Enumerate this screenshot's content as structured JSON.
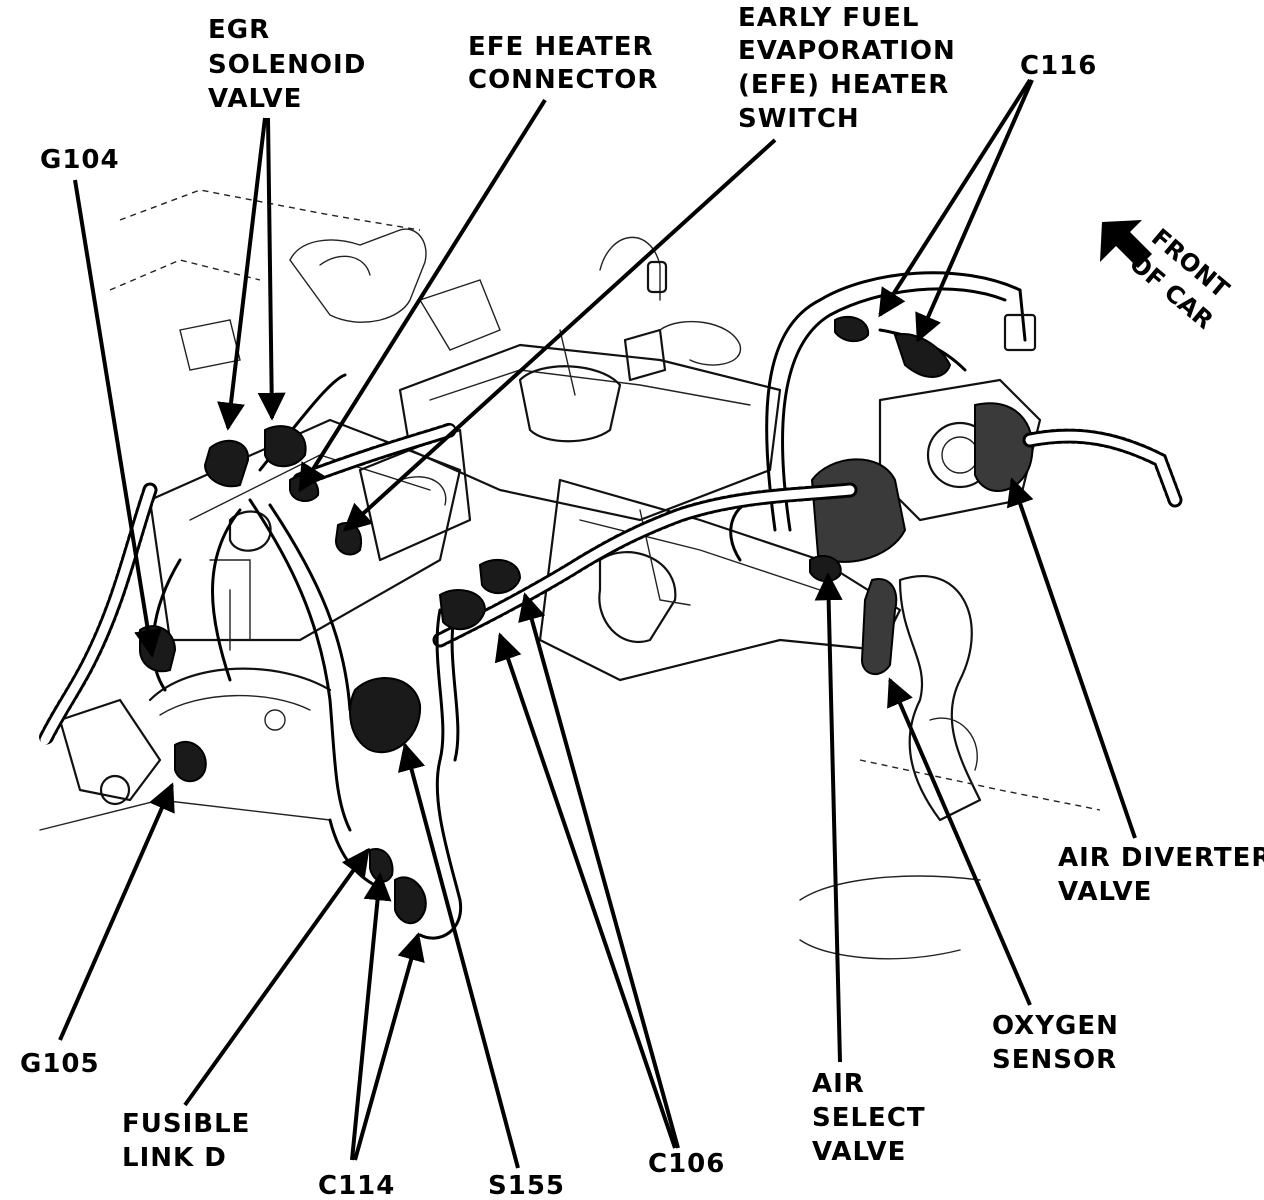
{
  "labels": {
    "egr_solenoid_valve": [
      "EGR",
      "SOLENOID",
      "VALVE"
    ],
    "efe_heater_connector": [
      "EFE HEATER",
      "CONNECTOR"
    ],
    "efe_heater_switch": [
      "EARLY FUEL",
      "EVAPORATION",
      "(EFE) HEATER",
      "SWITCH"
    ],
    "c116": "C116",
    "g104": "G104",
    "front_of_car": [
      "FRONT",
      "OF CAR"
    ],
    "air_diverter_valve": [
      "AIR DIVERTER",
      "VALVE"
    ],
    "oxygen_sensor": [
      "OXYGEN",
      "SENSOR"
    ],
    "air_select_valve": [
      "AIR",
      "SELECT",
      "VALVE"
    ],
    "c106": "C106",
    "s155": "S155",
    "c114": "C114",
    "fusible_link_d": [
      "FUSIBLE",
      "LINK D"
    ],
    "g105": "G105"
  },
  "colors": {
    "ink": "#000000",
    "paper": "#ffffff"
  },
  "icons": {
    "front_arrow": "arrow-up-left-icon"
  }
}
